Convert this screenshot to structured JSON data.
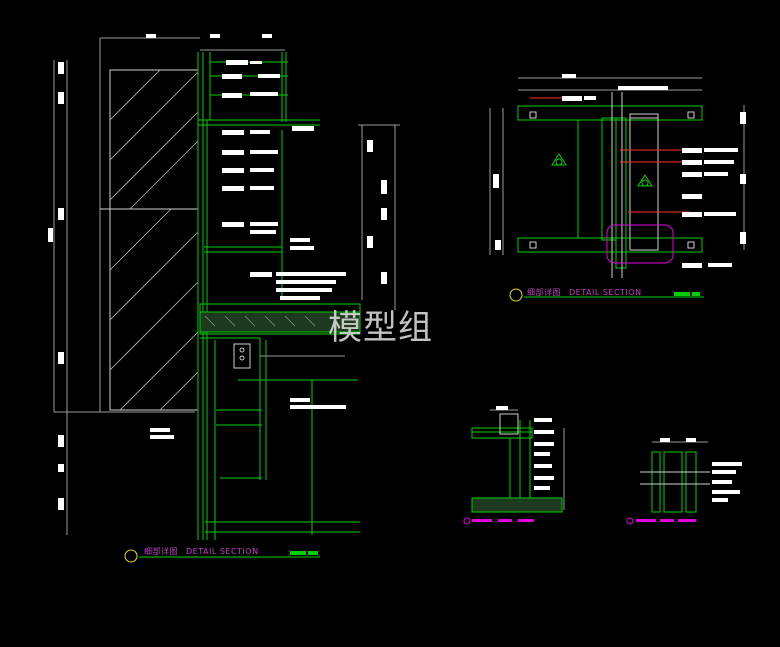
{
  "watermark": "模型组",
  "captions": [
    {
      "cn": "细部详图",
      "en": "DETAIL SECTION"
    },
    {
      "cn": "细部详图",
      "en": "DETAIL SECTION"
    }
  ],
  "colors": {
    "green": "#00d000",
    "white": "#ffffff",
    "magenta": "#e000e0",
    "red": "#ff3030",
    "cyan": "#00c0c0",
    "yellow": "#e0e000"
  }
}
